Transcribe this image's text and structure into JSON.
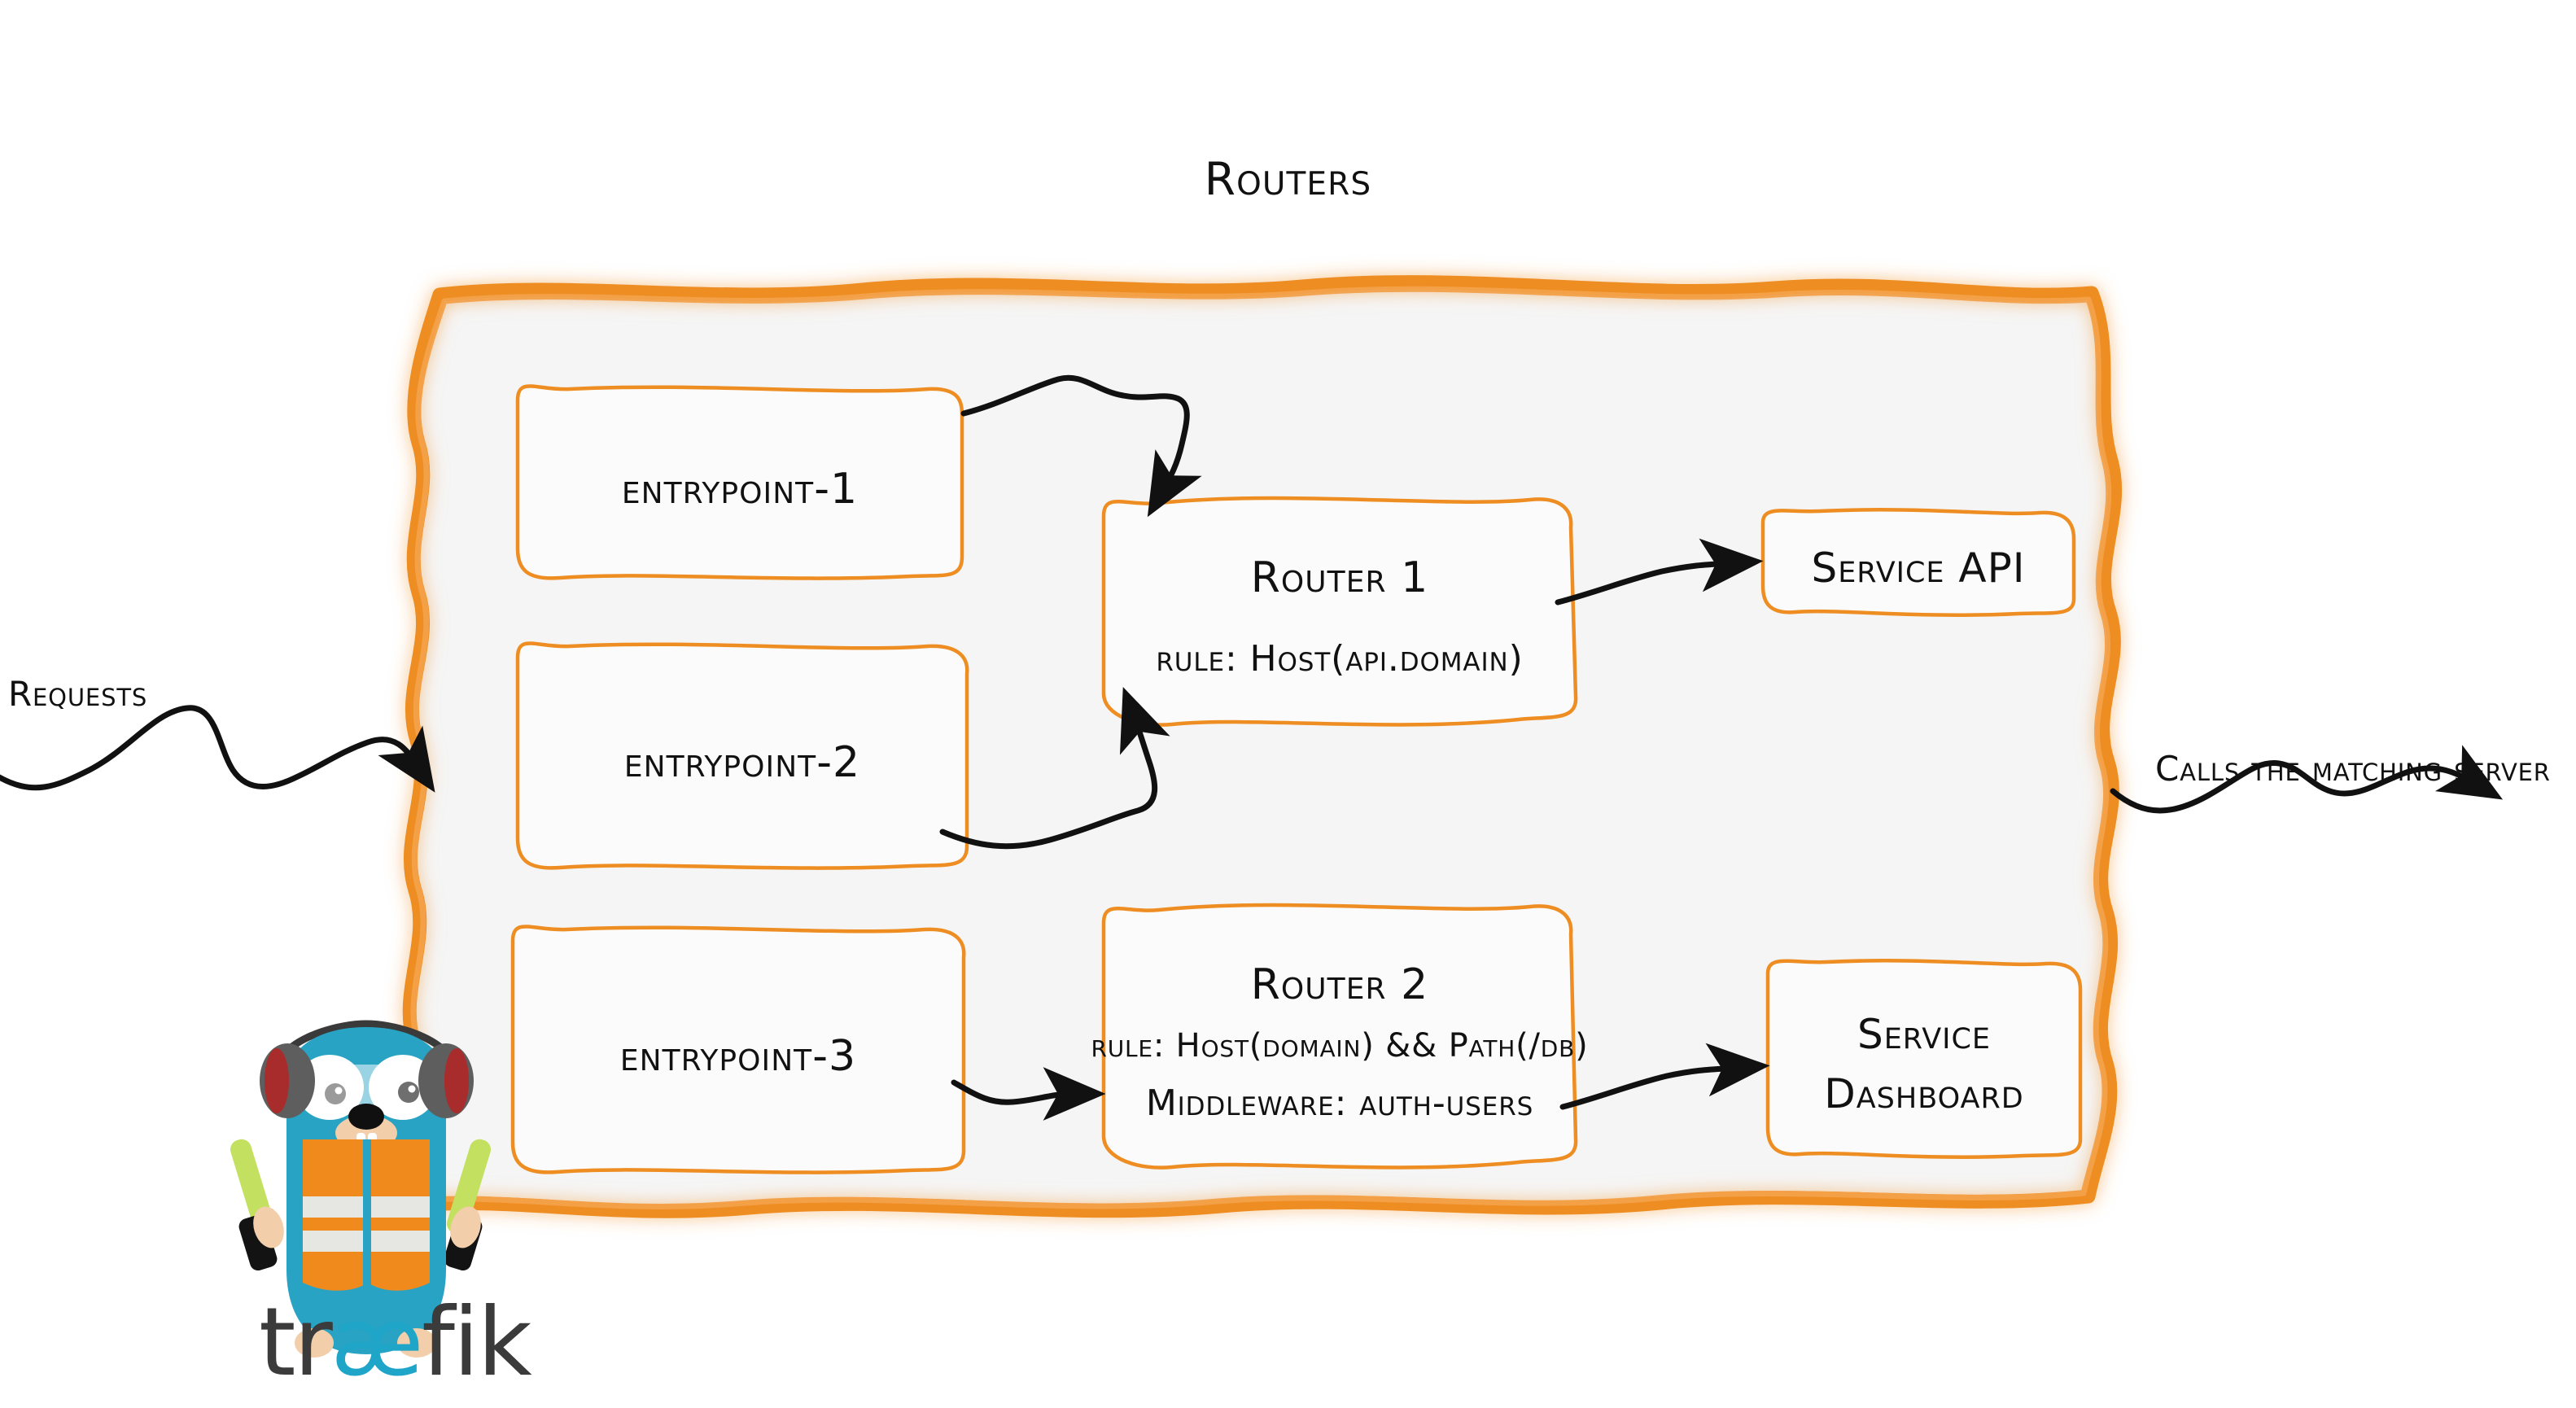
{
  "diagram": {
    "title": "Routers",
    "brand": "traefik",
    "brand_ligature": "æ",
    "brand_prefix": "tr",
    "brand_suffix": "fik",
    "colors": {
      "accent_orange": "#ee8d22",
      "accent_orange_light": "#f2a14a",
      "panel_fill": "#f5f5f5",
      "box_fill": "#fbfbfb",
      "ink": "#111111",
      "gopher_body": "#29a3c4",
      "gopher_vest": "#f08a1d",
      "gopher_stripe": "#e6e6e2",
      "gopher_glow": "#c3e060",
      "gopher_muff_grey": "#5e5e5e",
      "gopher_muff_red": "#a92c2c",
      "gopher_foot": "#f2ceaa",
      "wordmark_dark": "#3b3b3b",
      "wordmark_cyan": "#1fa5c7"
    },
    "panel": {
      "name": "Routers"
    },
    "entrypoints": [
      {
        "id": "entrypoint-1",
        "label": "entrypoint-1"
      },
      {
        "id": "entrypoint-2",
        "label": "entrypoint-2"
      },
      {
        "id": "entrypoint-3",
        "label": "entrypoint-3"
      }
    ],
    "routers": [
      {
        "id": "router-1",
        "title": "Router 1",
        "lines": [
          "rule: Host(api.domain)"
        ]
      },
      {
        "id": "router-2",
        "title": "Router 2",
        "lines": [
          "rule: Host(domain) && Path(/db)",
          "Middleware: auth-users"
        ]
      }
    ],
    "services": [
      {
        "id": "service-api",
        "lines": [
          "Service API"
        ]
      },
      {
        "id": "service-dashboard",
        "lines": [
          "Service",
          "Dashboard"
        ]
      }
    ],
    "annotations": {
      "incoming": "Requests",
      "outgoing": "Calls the matching server"
    },
    "flows": [
      {
        "from": "entrypoint-1",
        "to": "router-1"
      },
      {
        "from": "entrypoint-2",
        "to": "router-1"
      },
      {
        "from": "entrypoint-3",
        "to": "router-2"
      },
      {
        "from": "router-1",
        "to": "service-api"
      },
      {
        "from": "router-2",
        "to": "service-dashboard"
      }
    ]
  }
}
